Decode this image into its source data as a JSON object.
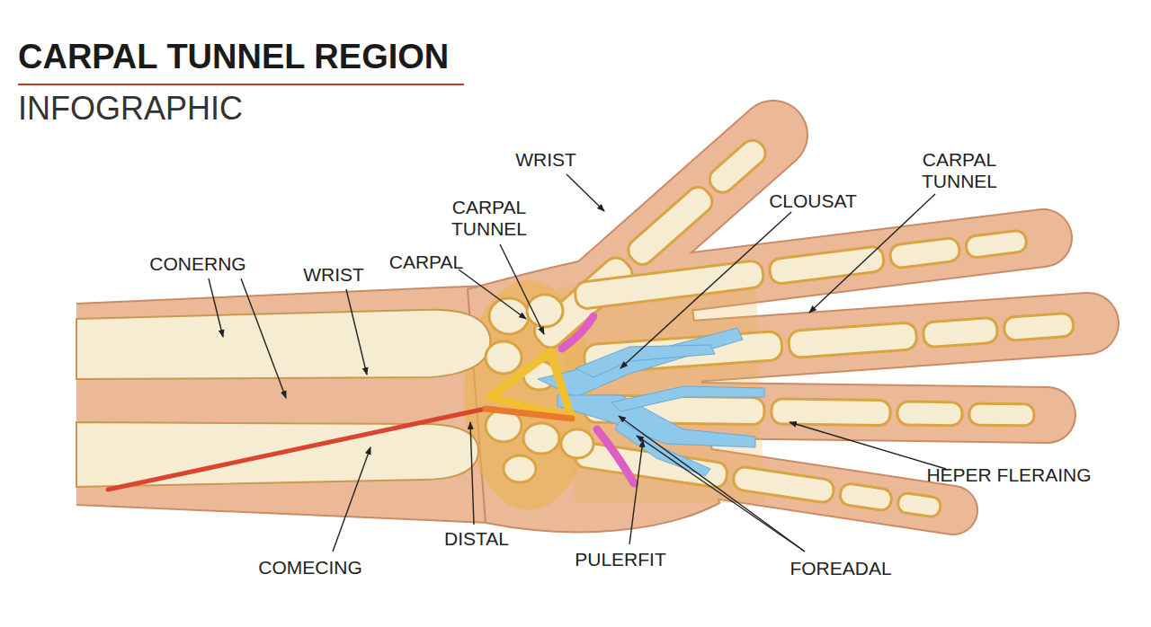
{
  "diagram": {
    "title": "CARPAL TUNNEL REGION",
    "labels": [
      "INFOGRAPHIC",
      "WRIST",
      "CARPAL TUNNEL",
      "CARPAL TUNNEL",
      "CLOUSAT",
      "CONERNG",
      "WRIST",
      "CARPAL",
      "HEPER FLERAING",
      "COMECING",
      "DISTAL",
      "PULERFIT",
      "FOREADAL"
    ]
  }
}
